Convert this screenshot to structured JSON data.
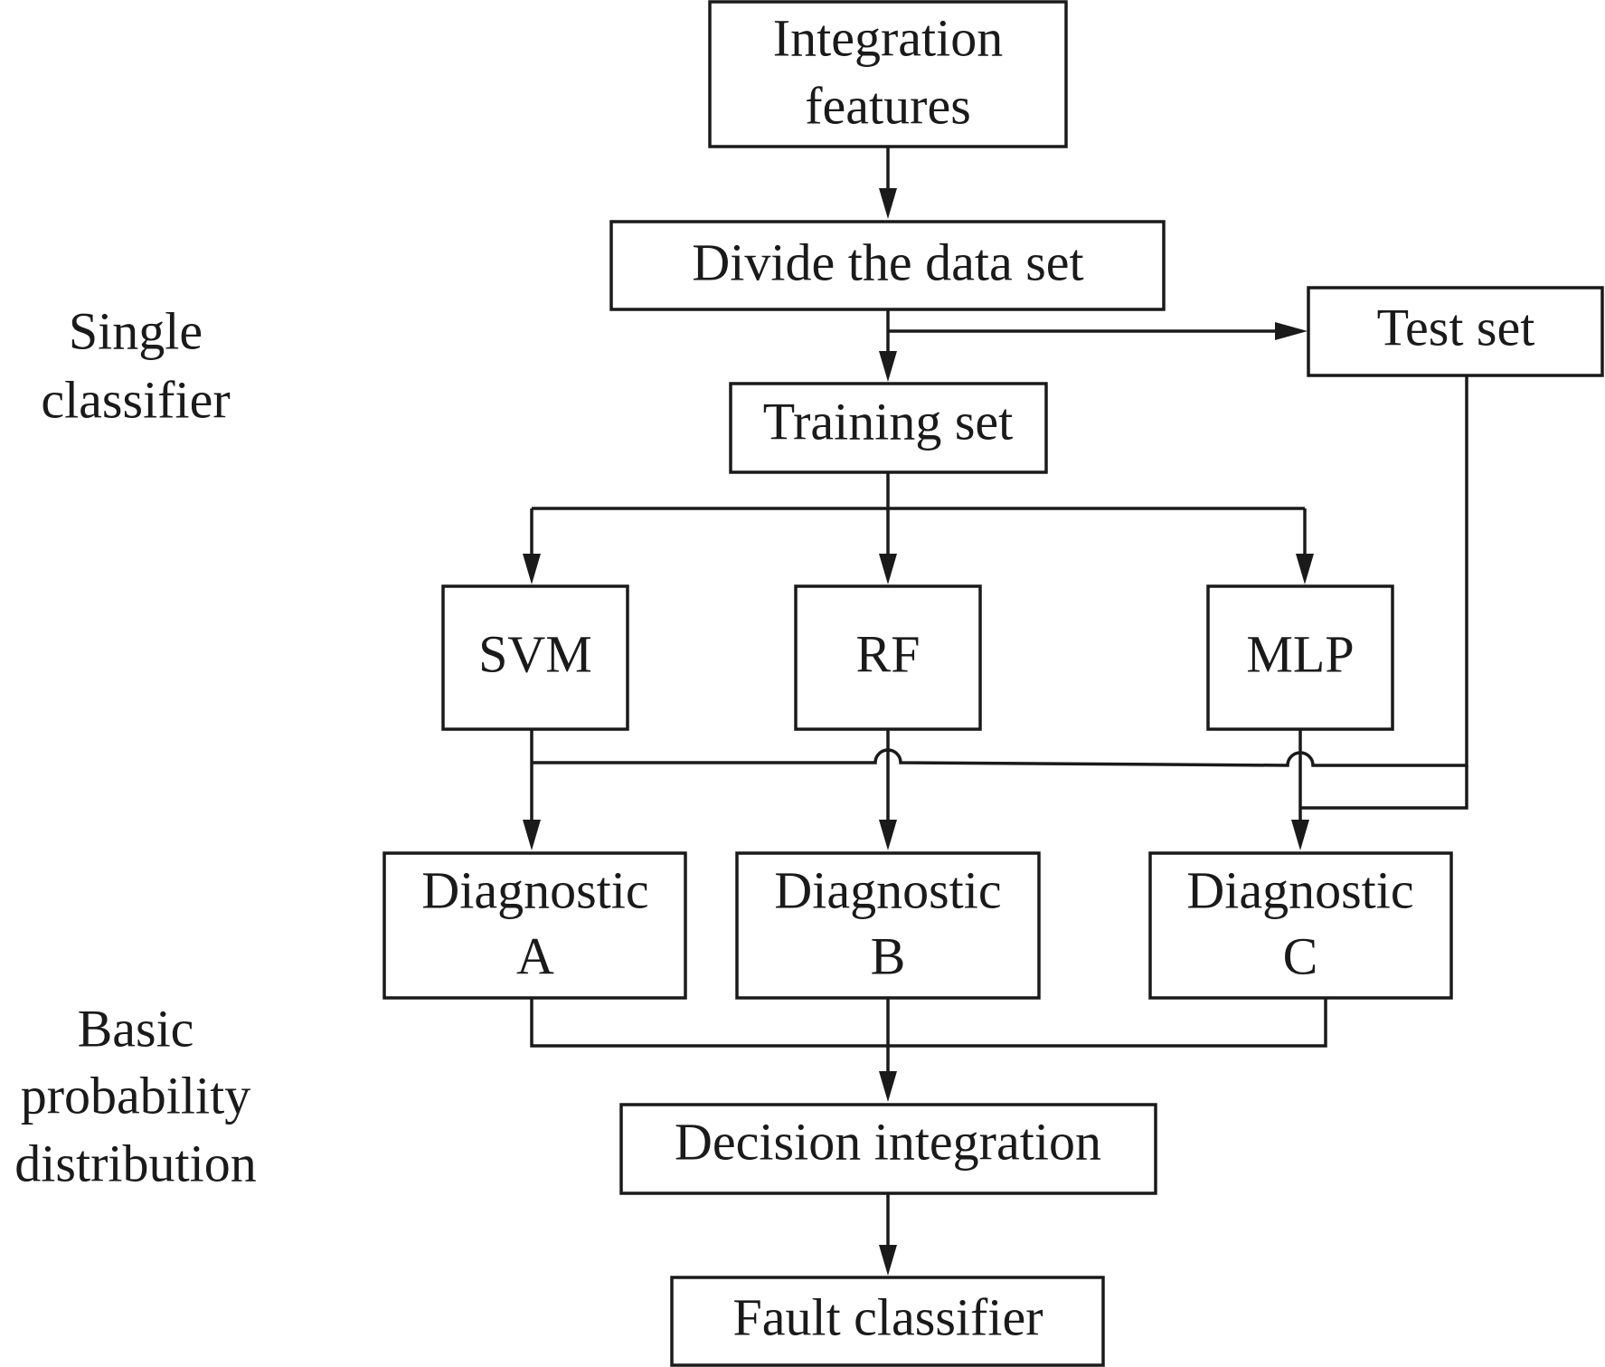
{
  "nodes": {
    "integration_features": {
      "line1": "Integration",
      "line2": "features"
    },
    "divide": "Divide the data set",
    "test_set": "Test set",
    "training_set": "Training set",
    "svm": "SVM",
    "rf": "RF",
    "mlp": "MLP",
    "diag_a": {
      "line1": "Diagnostic",
      "line2": "A"
    },
    "diag_b": {
      "line1": "Diagnostic",
      "line2": "B"
    },
    "diag_c": {
      "line1": "Diagnostic",
      "line2": "C"
    },
    "decision": "Decision integration",
    "fault": "Fault classifier"
  },
  "side_labels": {
    "single_classifier": {
      "line1": "Single",
      "line2": "classifier"
    },
    "basic_probability": {
      "line1": "Basic",
      "line2": "probability",
      "line3": "distribution"
    }
  }
}
